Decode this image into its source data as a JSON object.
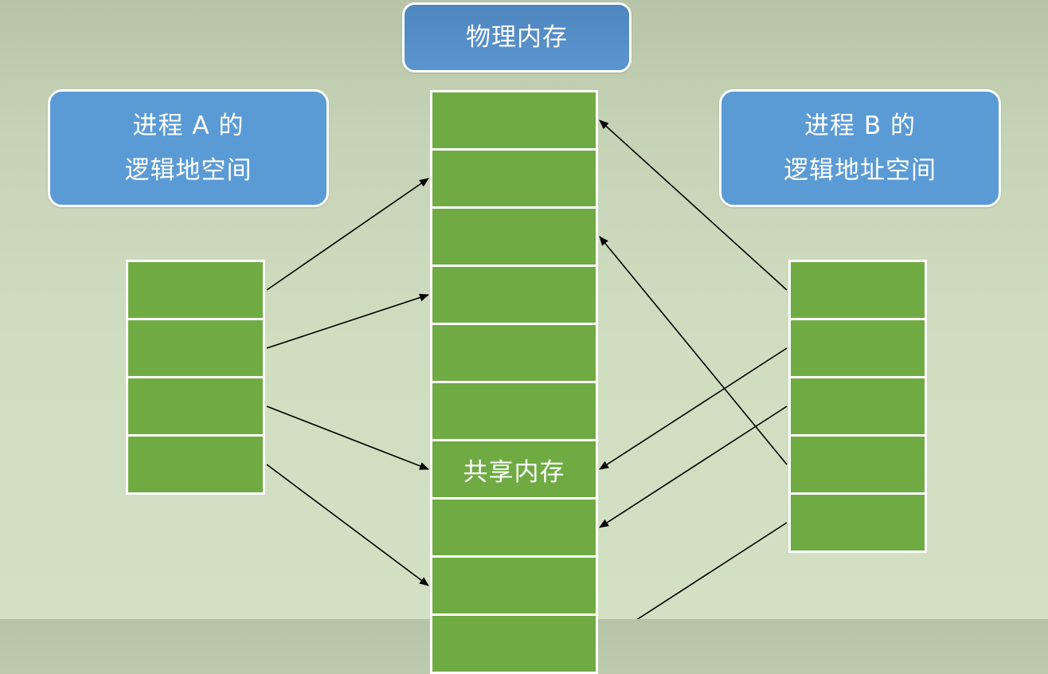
{
  "labels": {
    "physical_memory": "物理内存",
    "process_a_line1": "进程 A 的",
    "process_a_line2": "逻辑地空间",
    "process_b_line1": "进程 B 的",
    "process_b_line2": "逻辑地址空间",
    "shared_memory": "共享内存"
  },
  "colors": {
    "block_green": "#6fab42",
    "label_blue": "#5b9bd5",
    "arrow": "#000000"
  },
  "physical_blocks": 10,
  "shared_block_index": 6,
  "process_a_blocks": 4,
  "process_b_blocks": 5,
  "mappings": {
    "process_a_to_physical": [
      [
        0,
        1
      ],
      [
        1,
        3
      ],
      [
        2,
        6
      ],
      [
        3,
        8
      ]
    ],
    "process_b_to_physical": [
      [
        0,
        0
      ],
      [
        1,
        6
      ],
      [
        2,
        7
      ],
      [
        3,
        2
      ],
      [
        4,
        9
      ]
    ]
  }
}
